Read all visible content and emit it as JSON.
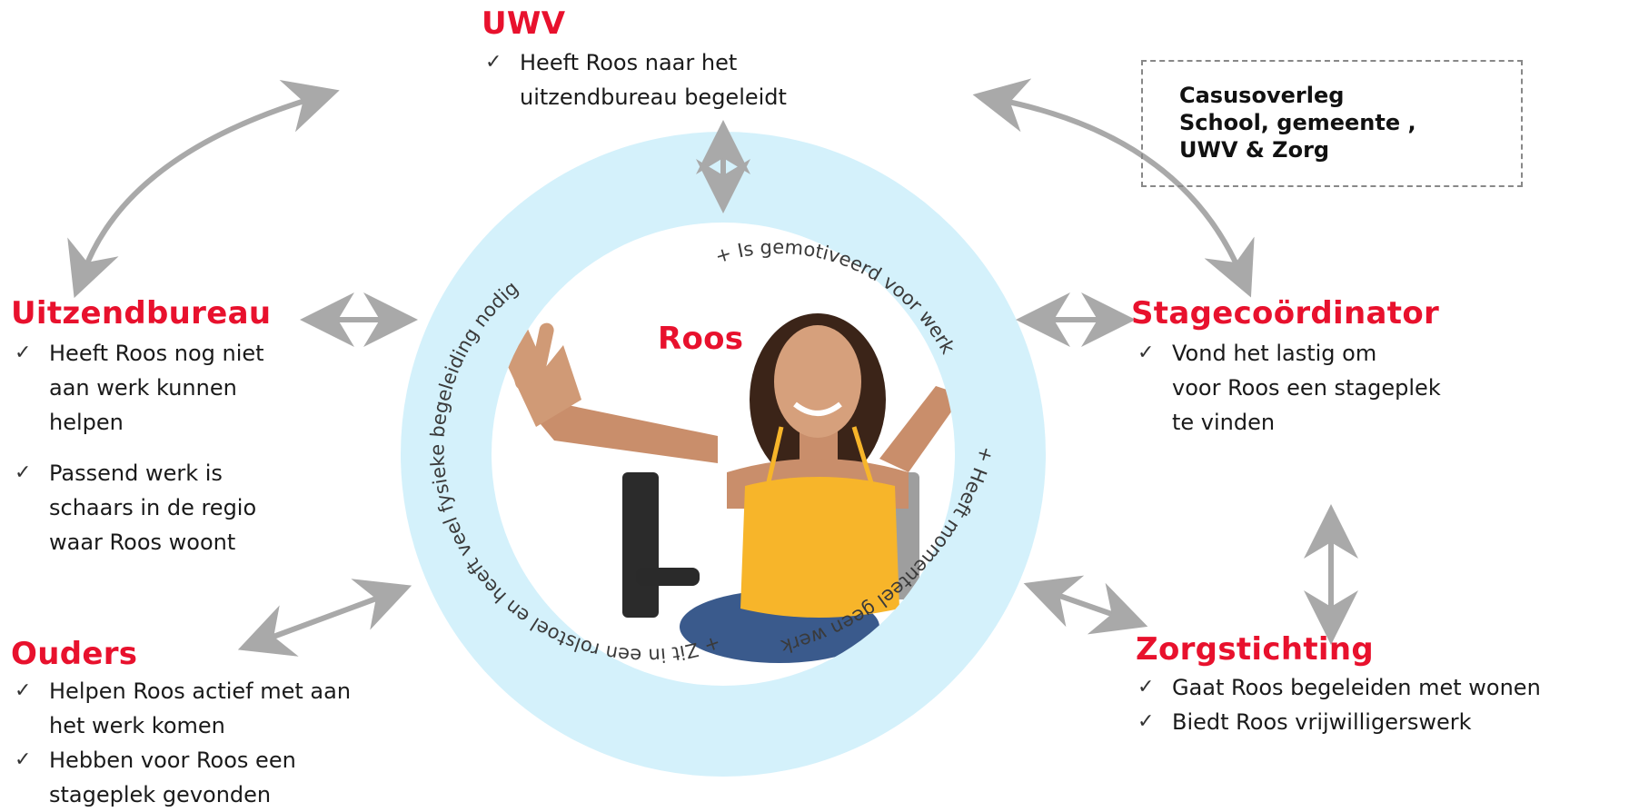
{
  "colors": {
    "heading": "#e8112d",
    "ring": "#d4f1fb",
    "arrow": "#a9a9a9",
    "box_border": "#888888"
  },
  "center": {
    "name": "Roos",
    "ring_texts": {
      "top": "+ Is gemotiveerd voor werk",
      "right": "+ Heeft momenteel geen werk",
      "bottom_left": "+ Zit in een rolstoel en heeft veel fysieke begeleiding nodig"
    },
    "photo": "woman-in-wheelchair-peace-sign"
  },
  "check_icon": "✓",
  "uwv": {
    "title": "UWV",
    "items": [
      "Heeft Roos naar het",
      "uitzendbureau begeleidt"
    ]
  },
  "uitzendbureau": {
    "title": "Uitzendbureau",
    "items": [
      [
        "Heeft Roos nog niet",
        "aan werk kunnen",
        "helpen"
      ],
      [
        "Passend werk is",
        "schaars in de regio",
        "waar Roos woont"
      ]
    ]
  },
  "ouders": {
    "title": "Ouders",
    "items": [
      [
        "Helpen Roos actief met aan",
        "het werk komen"
      ],
      [
        "Hebben voor Roos een",
        "stageplek gevonden"
      ]
    ]
  },
  "stagecoordinator": {
    "title": "Stagecoördinator",
    "items": [
      [
        "Vond het lastig om",
        "voor Roos een stageplek",
        "te vinden"
      ]
    ]
  },
  "zorgstichting": {
    "title": "Zorgstichting",
    "items": [
      "Gaat Roos begeleiden met wonen",
      "Biedt Roos vrijwilligerswerk"
    ]
  },
  "casusoverleg": {
    "lines": [
      "Casusoverleg",
      "School, gemeente ,",
      "UWV & Zorg"
    ]
  }
}
